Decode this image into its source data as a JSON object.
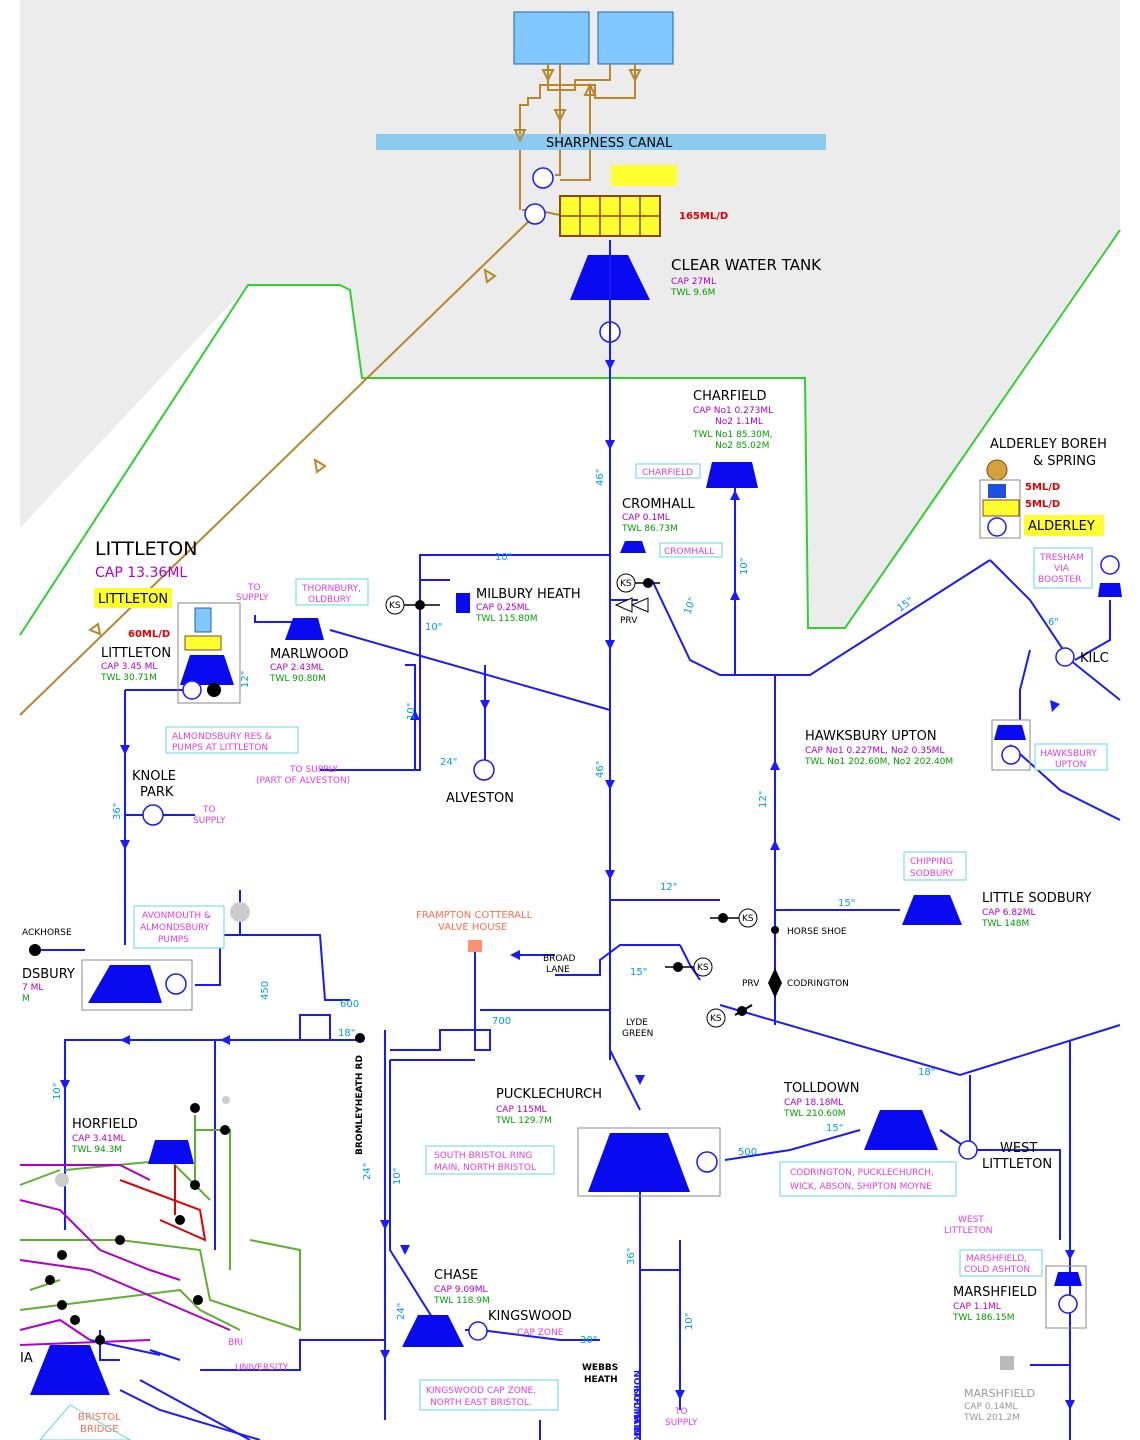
{
  "sharpness_canal": "SHARPNESS CANAL",
  "works_flow": "165ML/D",
  "clear_water_tank": {
    "name": "CLEAR WATER TANK",
    "cap": "CAP 27ML",
    "twl": "TWL 9.6M"
  },
  "charfield": {
    "name": "CHARFIELD",
    "cap1": "CAP No1 0.273ML",
    "cap2": "No2 1.1ML",
    "twl1": "TWL No1 85.30M,",
    "twl2": "No2 85.02M",
    "tag": "CHARFIELD"
  },
  "cromhall": {
    "name": "CROMHALL",
    "cap": "CAP 0.1ML",
    "twl": "TWL 86.73M",
    "tag": "CROMHALL"
  },
  "alderley": {
    "name1": "ALDERLEY BOREH",
    "name2": "& SPRING",
    "flow1": "5ML/D",
    "flow2": "5ML/D",
    "badge": "ALDERLEY"
  },
  "tresham": {
    "l1": "TRESHAM",
    "l2": "VIA",
    "l3": "BOOSTER"
  },
  "kilco": "KILC",
  "littleton_res": {
    "name": "LITTLETON",
    "cap": "CAP 13.36ML",
    "badge": "LITTLETON"
  },
  "littleton": {
    "flow": "60ML/D",
    "name": "LITTLETON",
    "cap": "CAP 3.45 ML",
    "twl": "TWL 30.71M"
  },
  "almondsbury_note": {
    "l1": "ALMONDSBURY RES &",
    "l2": "PUMPS AT LITTLETON"
  },
  "to_supply": "TO SUPPLY",
  "to_supply_split": {
    "l1": "TO",
    "l2": "SUPPLY"
  },
  "thornbury": {
    "l1": "THORNBURY,",
    "l2": "OLDBURY"
  },
  "marlwood": {
    "name": "MARLWOOD",
    "cap": "CAP 2.43ML",
    "twl": "TWL 90.80M"
  },
  "milbury_heath": {
    "name": "MILBURY HEATH",
    "cap": "CAP 0.25ML",
    "twl": "TWL 115.80M"
  },
  "ks": "KS",
  "prv": "PRV",
  "alveston": {
    "name": "ALVESTON",
    "supply1": "TO SUPPLY",
    "supply2": "(PART OF ALVESTON)"
  },
  "knole_park": {
    "l1": "KNOLE",
    "l2": "PARK"
  },
  "hawksbury": {
    "name": "HAWKSBURY UPTON",
    "cap": "CAP No1 0.227ML, No2 0.35ML",
    "twl": "TWL No1 202.60M, No2 202.40M",
    "tag1": "HAWKSBURY",
    "tag2": "UPTON"
  },
  "chipping": {
    "l1": "CHIPPING",
    "l2": "SODBURY"
  },
  "little_sodbury": {
    "name": "LITTLE SODBURY",
    "cap": "CAP 6.82ML",
    "twl": "TWL 148M"
  },
  "horse_shoe": "HORSE SHOE",
  "codrington": "CODRINGTON",
  "frampton": {
    "l1": "FRAMPTON COTTERALL",
    "l2": "VALVE HOUSE"
  },
  "broad_lane": {
    "l1": "BROAD",
    "l2": "LANE"
  },
  "lyde_green": {
    "l1": "LYDE",
    "l2": "GREEN"
  },
  "avonmouth": {
    "l1": "AVONMOUTH &",
    "l2": "ALMONDSBURY",
    "l3": "PUMPS"
  },
  "backhorse": "ACKHORSE",
  "dsbury": {
    "name": "DSBURY",
    "cap": "7 ML",
    "twl": "M"
  },
  "pucklechurch": {
    "name": "PUCKLECHURCH",
    "cap": "CAP 115ML",
    "twl": "TWL 129.7M"
  },
  "south_bristol": {
    "l1": "SOUTH BRISTOL RING",
    "l2": "MAIN, NORTH BRISTOL"
  },
  "tolldown": {
    "name": "TOLLDOWN",
    "cap": "CAP 18.18ML",
    "twl": "TWL 210.60M"
  },
  "codrington_note": {
    "l1": "CODRINGTON, PUCKLECHURCH,",
    "l2": "WICK, ABSON, SHIPTON MOYNE"
  },
  "west_littleton": {
    "l1": "WEST",
    "l2": "LITTLETON",
    "m1": "WEST",
    "m2": "LITTLETON"
  },
  "marshfield_tag": {
    "l1": "MARSHFIELD,",
    "l2": "COLD ASHTON"
  },
  "marshfield": {
    "name": "MARSHFIELD",
    "cap": "CAP 1.1ML",
    "twl": "TWL 186.15M"
  },
  "marshfield_old": {
    "name": "MARSHFIELD",
    "cap": "CAP 0.14ML",
    "twl": "TWL 201.2M"
  },
  "horfield": {
    "name": "HORFIELD",
    "cap": "CAP 3.41ML",
    "twl": "TWL 94.3M"
  },
  "bromleyheath": "BROMLEYHEATH RD",
  "chase": {
    "name": "CHASE",
    "cap": "CAP 9.09ML",
    "twl": "TWL 118.9M"
  },
  "kingswood": {
    "name": "KINGSWOOD",
    "zone": "CAP ZONE",
    "note1": "KINGSWOOD CAP ZONE,",
    "note2": "NORTH EAST BRISTOL."
  },
  "webbs_heath": {
    "l1": "WEBBS",
    "l2": "HEATH"
  },
  "university": "UNIVERSITY",
  "bri": "BRI",
  "bristol_bridge": {
    "l1": "BRISTOL",
    "l2": "BRIDGE"
  },
  "na": "IA",
  "north_main": "NORTH MAIN",
  "south_bristol_main": "SOUTH BRISTOL",
  "pipe_sizes": {
    "p46a": "46\"",
    "p46b": "46\"",
    "p10a": "10\"",
    "p10b": "10\"",
    "p10c": "10\"",
    "p10d": "10\"",
    "p10e": "10\"",
    "p10f": "10\"",
    "p10g": "10\"",
    "p12a": "12\"",
    "p12b": "12\"",
    "p12c": "12\"",
    "p15a": "15\"",
    "p15b": "15\"",
    "p15c": "15\"",
    "p15d": "15\"",
    "p24a": "24\"",
    "p24b": "24\"",
    "p24c": "24\"",
    "p36a": "36\"",
    "p36b": "36\"",
    "p18a": "18\"",
    "p18b": "18\"",
    "p30": "30\"",
    "p6": "6\"",
    "p450": "450",
    "p600": "600",
    "p700": "700",
    "p500": "500"
  }
}
